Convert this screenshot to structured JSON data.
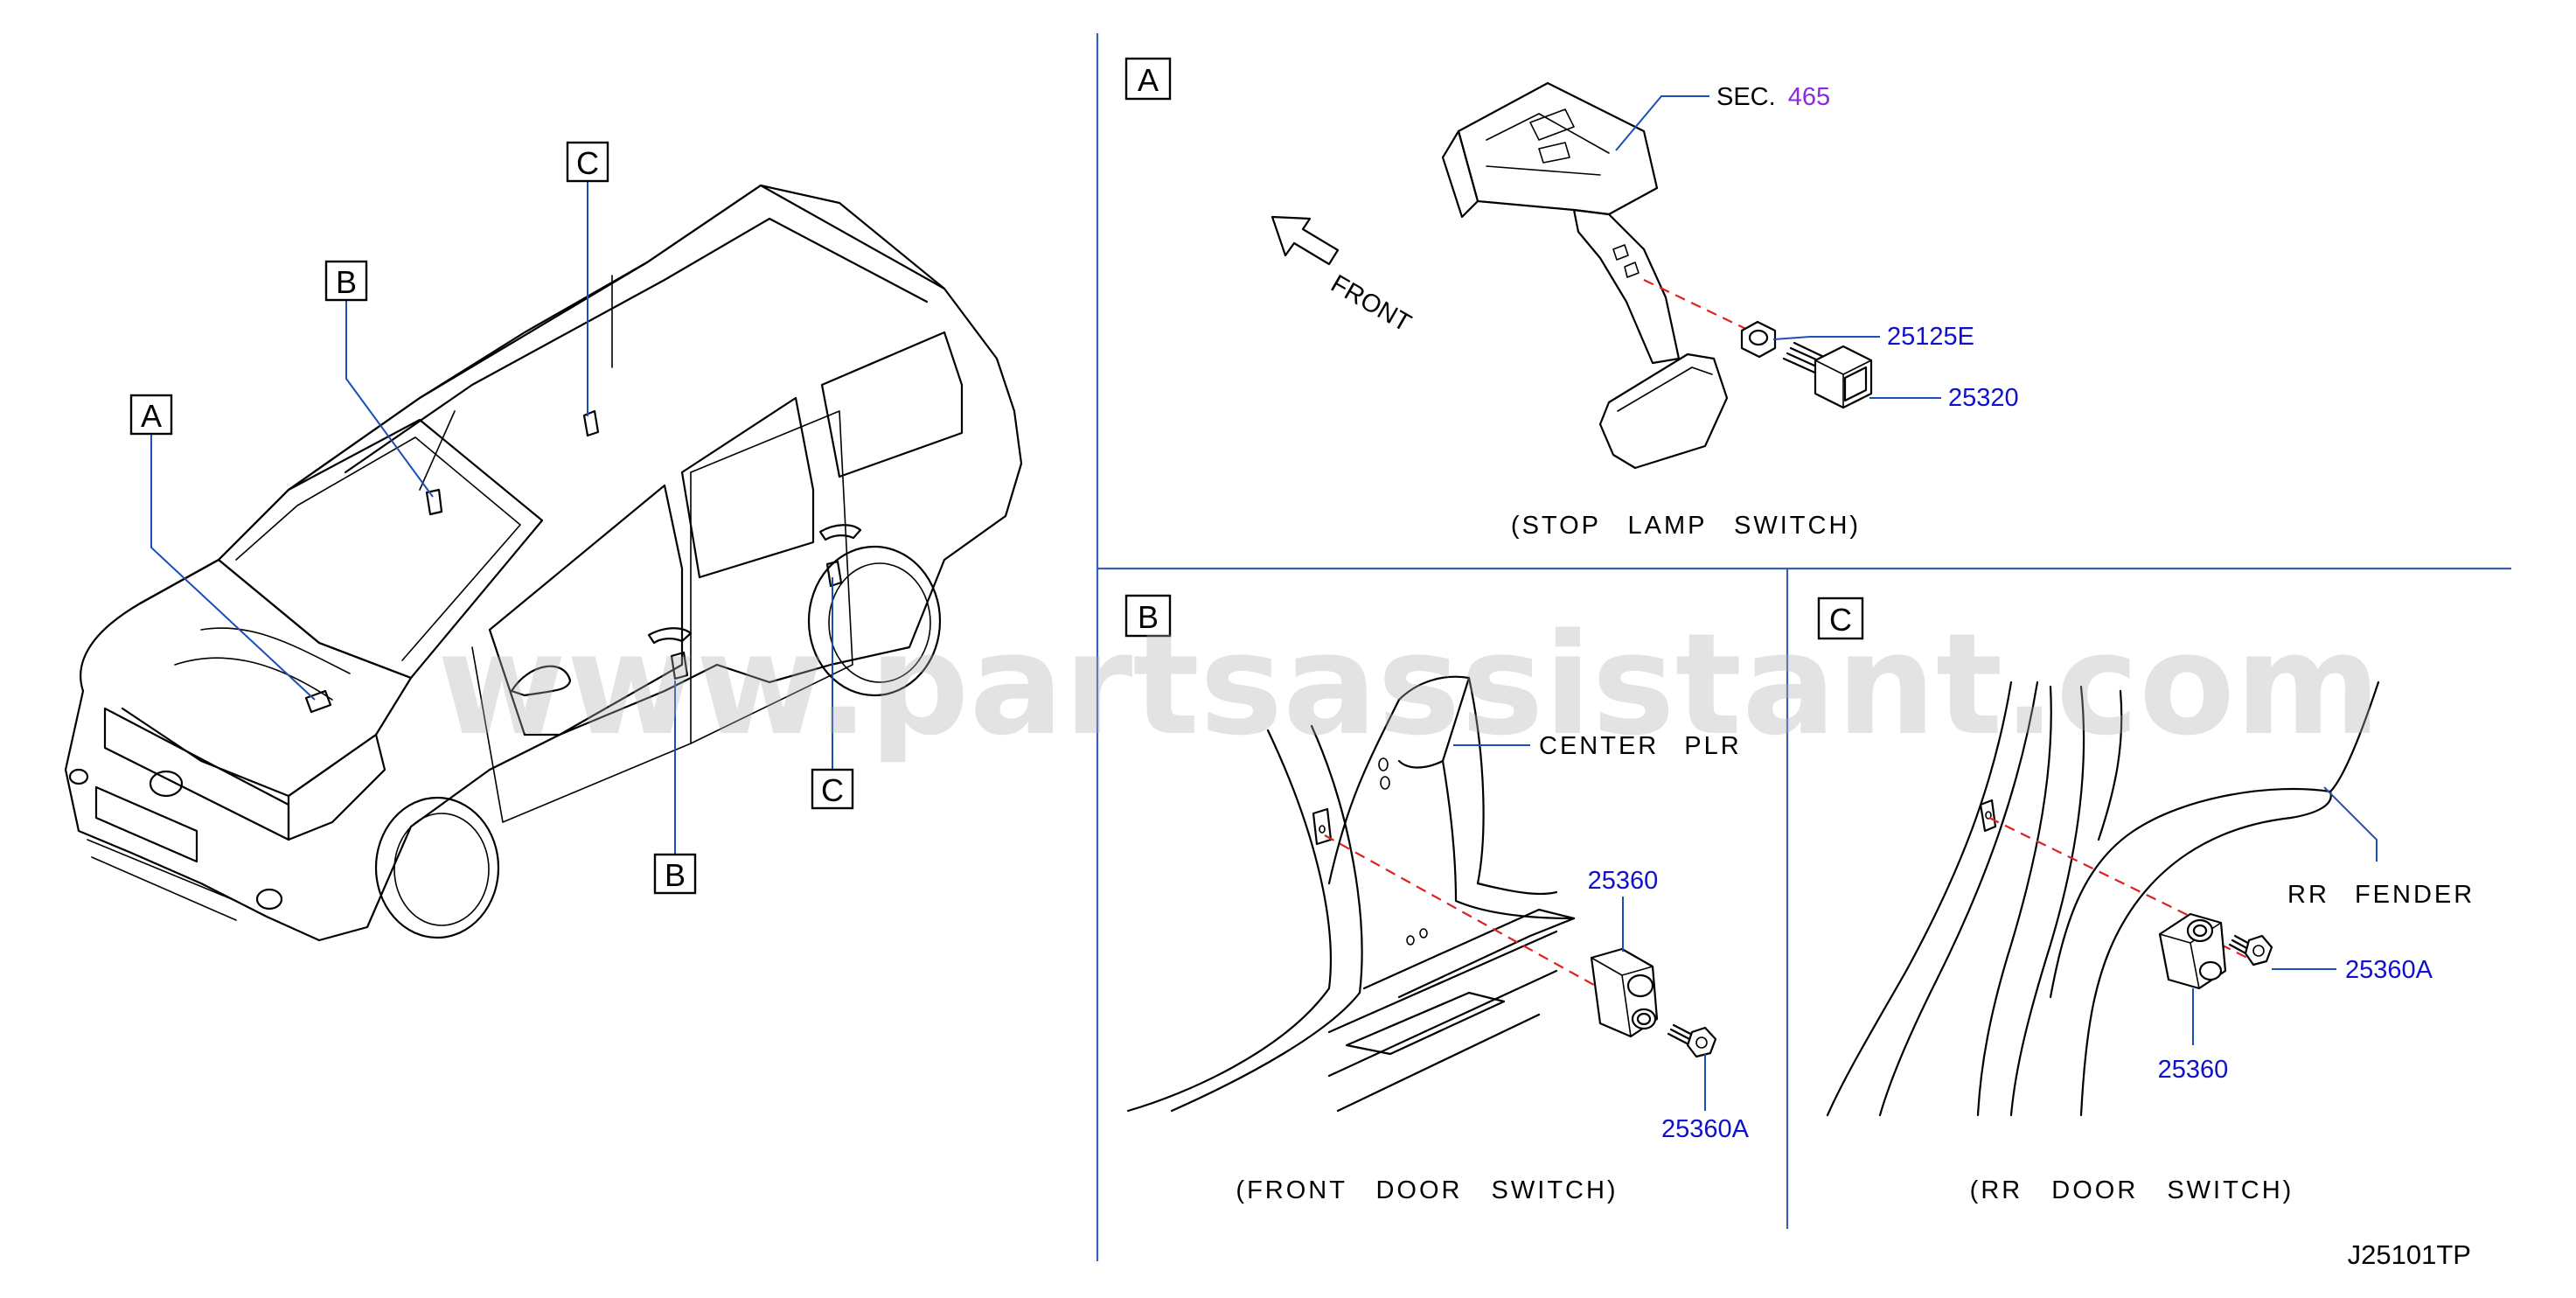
{
  "watermark": "www.partsassistant.com",
  "callouts": {
    "overview": [
      "A",
      "B",
      "C",
      "C",
      "B"
    ],
    "panel_a": "A",
    "panel_b": "B",
    "panel_c": "C"
  },
  "panel_a": {
    "sec_prefix": "SEC.",
    "sec_number": "465",
    "front": "FRONT",
    "parts": [
      "25125E",
      "25320"
    ],
    "caption": "(STOP LAMP SWITCH)"
  },
  "panel_b": {
    "center_plr": "CENTER PLR",
    "parts": [
      "25360",
      "25360A"
    ],
    "caption": "(FRONT DOOR SWITCH)"
  },
  "panel_c": {
    "rr_fender": "RR FENDER",
    "parts": [
      "25360A",
      "25360"
    ],
    "caption": "(RR DOOR SWITCH)"
  },
  "diagram_code": "J25101TP",
  "colors": {
    "part_number": "#1010c8",
    "section_ref": "#8a2be2",
    "leader": "#1a4fb8",
    "dashed_axis": "#e02020"
  }
}
